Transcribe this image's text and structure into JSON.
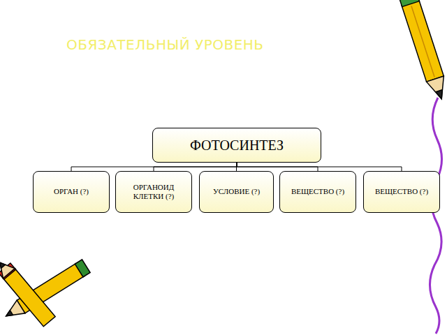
{
  "diagram": {
    "title": "ОБЯЗАТЕЛЬНЫЙ УРОВЕНЬ",
    "nodes": [
      {
        "text": [
          "ФОТОСИНТЕЗ"
        ]
      },
      {
        "text": [
          "ОРГАН (?)"
        ]
      },
      {
        "text": [
          "ОРГАНОИД КЛЕТКИ (?)"
        ]
      },
      {
        "text": [
          "УСЛОВИЕ (?)"
        ]
      },
      {
        "text": [
          "ВЕЩЕСТВО (?)"
        ]
      },
      {
        "text": [
          "ВЕЩЕСТВО (?)"
        ]
      }
    ],
    "edges": [
      {
        "from": 0,
        "to": 1,
        "arrow": "none"
      },
      {
        "from": 0,
        "to": 2,
        "arrow": "none"
      },
      {
        "from": 0,
        "to": 3,
        "arrow": "none"
      },
      {
        "from": 0,
        "to": 4,
        "arrow": "none"
      },
      {
        "from": 0,
        "to": 5,
        "arrow": "none"
      }
    ]
  }
}
